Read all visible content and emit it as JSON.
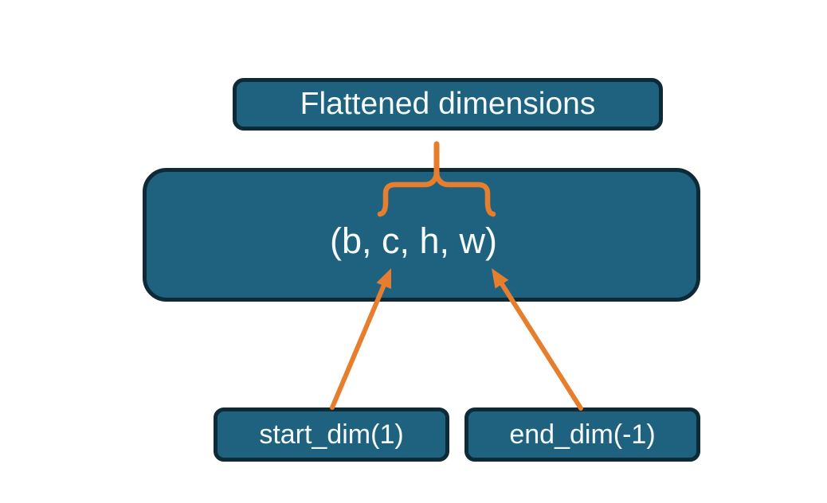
{
  "diagram": {
    "title": "Flatten dimensions diagram",
    "nodes": {
      "flattened": {
        "label": "Flattened dimensions"
      },
      "tensor": {
        "label": "(b, c, h, w)"
      },
      "start_dim": {
        "label": "start_dim(1)"
      },
      "end_dim": {
        "label": "end_dim(-1)"
      }
    },
    "connectors": {
      "brace": "overbrace-over-c-h-w",
      "stem": "stem-from-flattened-label-to-brace",
      "arrow_start": "arrow-from-start_dim-to-c",
      "arrow_end": "arrow-from-end_dim-to-w"
    }
  },
  "colors": {
    "box_fill": "#1f6280",
    "box_border": "#0d2a36",
    "accent_orange": "#e67e2e",
    "label_text": "#f7fafa",
    "background": "#ffffff"
  }
}
